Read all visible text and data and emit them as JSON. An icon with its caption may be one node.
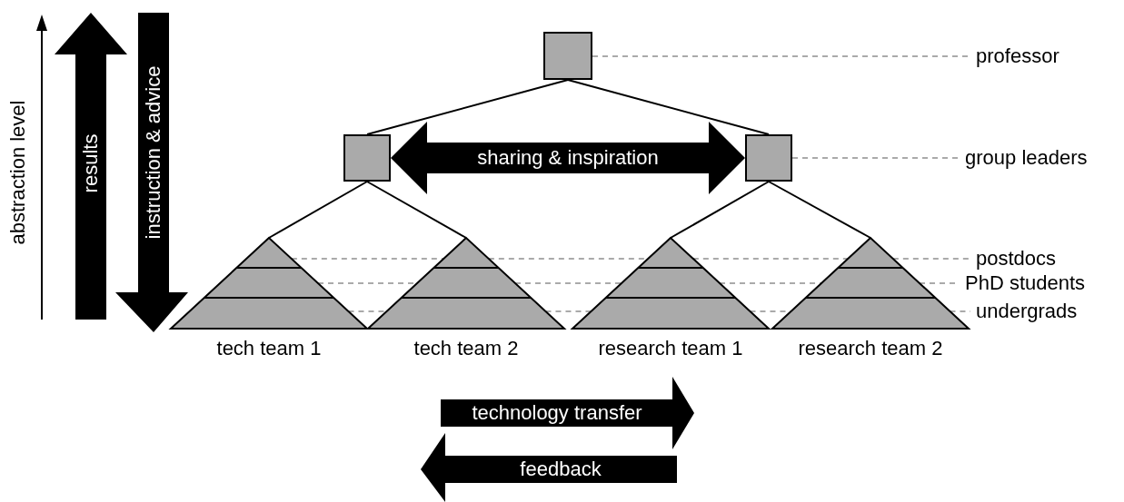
{
  "diagram": {
    "nodes": [
      {
        "text": [],
        "shape": "box"
      },
      {
        "text": [],
        "shape": "box"
      },
      {
        "text": [],
        "shape": "box"
      },
      {
        "text": [
          "tech team 1"
        ]
      },
      {
        "text": [
          "tech team 2"
        ]
      },
      {
        "text": [
          "research team 1"
        ]
      },
      {
        "text": [
          "research team 2"
        ]
      },
      {
        "text": [
          "professor"
        ]
      },
      {
        "text": [
          "group leaders"
        ]
      },
      {
        "text": [
          "postdocs"
        ]
      },
      {
        "text": [
          "PhD students"
        ]
      },
      {
        "text": [
          "undergrads"
        ]
      }
    ],
    "edges": [
      {
        "from": 0,
        "to": 1,
        "arrow": "none",
        "color": "#000000"
      },
      {
        "from": 0,
        "to": 2,
        "arrow": "none",
        "color": "#000000"
      },
      {
        "from": 1,
        "to": 3,
        "arrow": "none",
        "color": "#000000"
      },
      {
        "from": 1,
        "to": 4,
        "arrow": "none",
        "color": "#000000"
      },
      {
        "from": 2,
        "to": 5,
        "arrow": "none",
        "color": "#000000"
      },
      {
        "from": 2,
        "to": 6,
        "arrow": "none",
        "color": "#000000"
      },
      {
        "from": 0,
        "to": 7,
        "arrow": "none",
        "style": "dashed"
      },
      {
        "from": 1,
        "to": 2,
        "arrow": "both",
        "label": "sharing & inspiration",
        "style": "thick",
        "color": "#000000"
      },
      {
        "from": 2,
        "to": 8,
        "arrow": "none",
        "style": "dashed"
      },
      {
        "from": 6,
        "to": 9,
        "arrow": "none",
        "style": "dashed"
      },
      {
        "from": 6,
        "to": 10,
        "arrow": "none",
        "style": "dashed"
      },
      {
        "from": 6,
        "to": 11,
        "arrow": "none",
        "style": "dashed"
      },
      {
        "from": 3,
        "to": 4,
        "arrow": "none",
        "style": "dashed"
      },
      {
        "from": 3,
        "to": 4,
        "arrow": "none",
        "style": "dashed"
      },
      {
        "from": 3,
        "to": 4,
        "arrow": "none",
        "style": "dashed"
      },
      {
        "from": 4,
        "to": 5,
        "arrow": "none",
        "style": "dashed"
      },
      {
        "from": 4,
        "to": 5,
        "arrow": "none",
        "style": "dashed"
      },
      {
        "from": 4,
        "to": 5,
        "arrow": "none",
        "style": "dashed"
      },
      {
        "from": 5,
        "to": 6,
        "arrow": "none",
        "style": "dashed"
      },
      {
        "from": 5,
        "to": 6,
        "arrow": "none",
        "style": "dashed"
      },
      {
        "from": 5,
        "to": 6,
        "arrow": "none",
        "style": "dashed"
      }
    ],
    "labels": [
      "abstraction level",
      "results",
      "instruction & advice",
      "technology transfer",
      "feedback"
    ]
  }
}
